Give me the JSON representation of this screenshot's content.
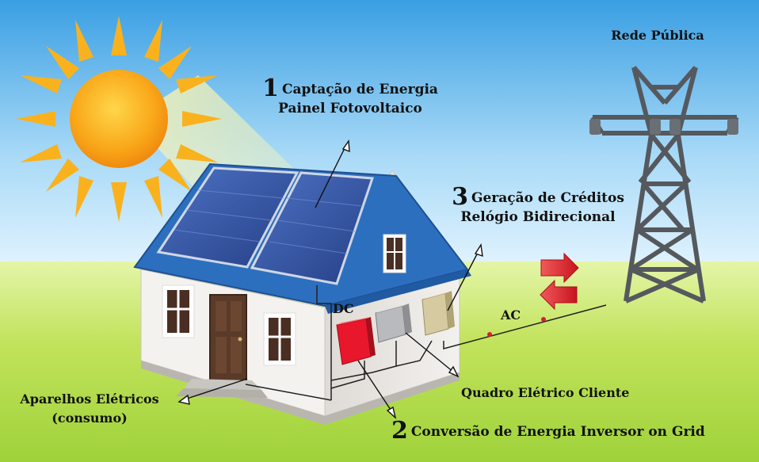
{
  "labels": {
    "grid": "Rede Pública",
    "step1": {
      "number": "1",
      "line1": "Captação de Energia",
      "line2": "Painel Fotovoltaico"
    },
    "step2": {
      "number": "2",
      "text": "Conversão de Energia Inversor on Grid"
    },
    "step3": {
      "number": "3",
      "line1": "Geração de Créditos",
      "line2": "Relógio Bidirecional"
    },
    "appliances": {
      "line1": "Aparelhos Elétricos",
      "line2": "(consumo)"
    },
    "panel_board": "Quadro Elétrico Cliente",
    "dc": "DC",
    "ac": "AC"
  },
  "colors": {
    "sky_top": "#4aa8e6",
    "sky_bottom": "#e8f6ff",
    "grass": "#bde45a",
    "sun": "#f7a51a",
    "roof": "#2d6fbf",
    "solar_panel": "#2f4f9a",
    "wall": "#f1efec",
    "door": "#5a3a28",
    "inverter": "#e8172b",
    "arrow_red": "#d6202a",
    "tower": "#555a60"
  }
}
